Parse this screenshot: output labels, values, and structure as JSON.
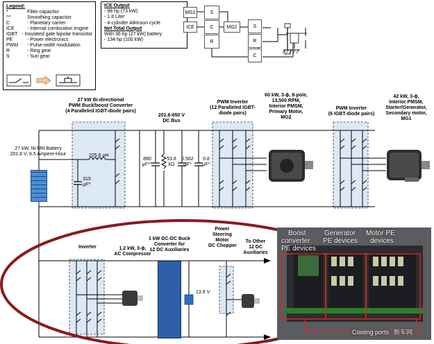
{
  "legend": {
    "title": "Legend:",
    "items": [
      {
        "key": "*",
        "desc": "Filter capacitor"
      },
      {
        "key": "^^",
        "desc": "Smoothing capacitor"
      },
      {
        "key": "C",
        "desc": "- Planetary carrier"
      },
      {
        "key": "ICE",
        "desc": "- Internal combustion engine"
      },
      {
        "key": "IGBT",
        "desc": "- Insulated gate bipolar transistor"
      },
      {
        "key": "PE",
        "desc": "- Power electronics"
      },
      {
        "key": "PWM",
        "desc": "- Pulse-width modulation"
      },
      {
        "key": "R",
        "desc": "- Ring gear"
      },
      {
        "key": "S",
        "desc": "- Sun gear"
      }
    ]
  },
  "ice_output": {
    "title": "ICE Output",
    "lines": [
      "- 98 hp (73 kW)",
      "- 1.8 Liter",
      "- 4-cylinder Atkinson cycle"
    ],
    "net_title": "Net Total Output",
    "net_lines": [
      "With 36 hp (27 kW) battery",
      "- 134 hp (100 kW)"
    ]
  },
  "gear": {
    "mg1": "MG1",
    "ice": "ICE",
    "mg2": "MG2",
    "left": [
      "S",
      "C",
      "R"
    ],
    "right": [
      "S",
      "R",
      "C"
    ]
  },
  "labels": {
    "battery": [
      "27 kW, Ni-MH Battery",
      "201.6 V, 6.5 Ampere-Hour"
    ],
    "buck_boost": [
      "27 kW Bi-directional",
      "PWM Buck/boost Converter",
      "(4 Paralleled IGBT-diode pairs)"
    ],
    "inductor": "225.6 μH",
    "cap315": [
      "315",
      "μF^"
    ],
    "dc_bus": [
      "201.6-650 V",
      "DC Bus"
    ],
    "cap880": [
      "880",
      "μF^^"
    ],
    "res": [
      "53.8",
      "kΩ"
    ],
    "cap0562": [
      "0.562",
      "μF^"
    ],
    "cap08": [
      "0.8",
      "μF^"
    ],
    "pwm_inv1": [
      "PWM Inverter",
      "(12 Paralleled IGBT-",
      "diode pairs)"
    ],
    "mg2": [
      "60 kW, 3-ϕ, 8-pole,",
      "13,500 RPM,",
      "Interior PMSM,",
      "Primary Motor,",
      "MG2"
    ],
    "pwm_inv2": [
      "PWM Inverter",
      "(6 IGBT-diode pairs)"
    ],
    "mg1": [
      "42 kW,  3-ϕ,",
      "Interior PMSM,",
      "Starter/Generator,",
      "Secondary motor,",
      "MG1"
    ],
    "inverter": "Inverter",
    "ac_comp": [
      "1.2 kW, 3-ϕ,",
      "AC Compressor"
    ],
    "dcdc": [
      "1 kW DC-DC Buck",
      "Converter for",
      "12 DC Auxiliaries"
    ],
    "v138": "13.8 V",
    "ps_chopper": [
      "Power",
      "Steering",
      "Motor",
      "DC Chopper"
    ],
    "other": [
      "To Other",
      "12 DC",
      "Auxiliaries"
    ]
  },
  "photo": {
    "labels": [
      "Boost",
      "converter",
      "PE devices",
      "Generator",
      "PE devices",
      "Motor PE",
      "devices",
      "Cooling ports"
    ],
    "watermark": "新车网"
  },
  "colors": {
    "highlight_oval": "#8b1a1a",
    "module_fill": "#dce8f4",
    "dcdc_fill": "#2e5fa8",
    "battery_fill": "#4a8fd4"
  }
}
